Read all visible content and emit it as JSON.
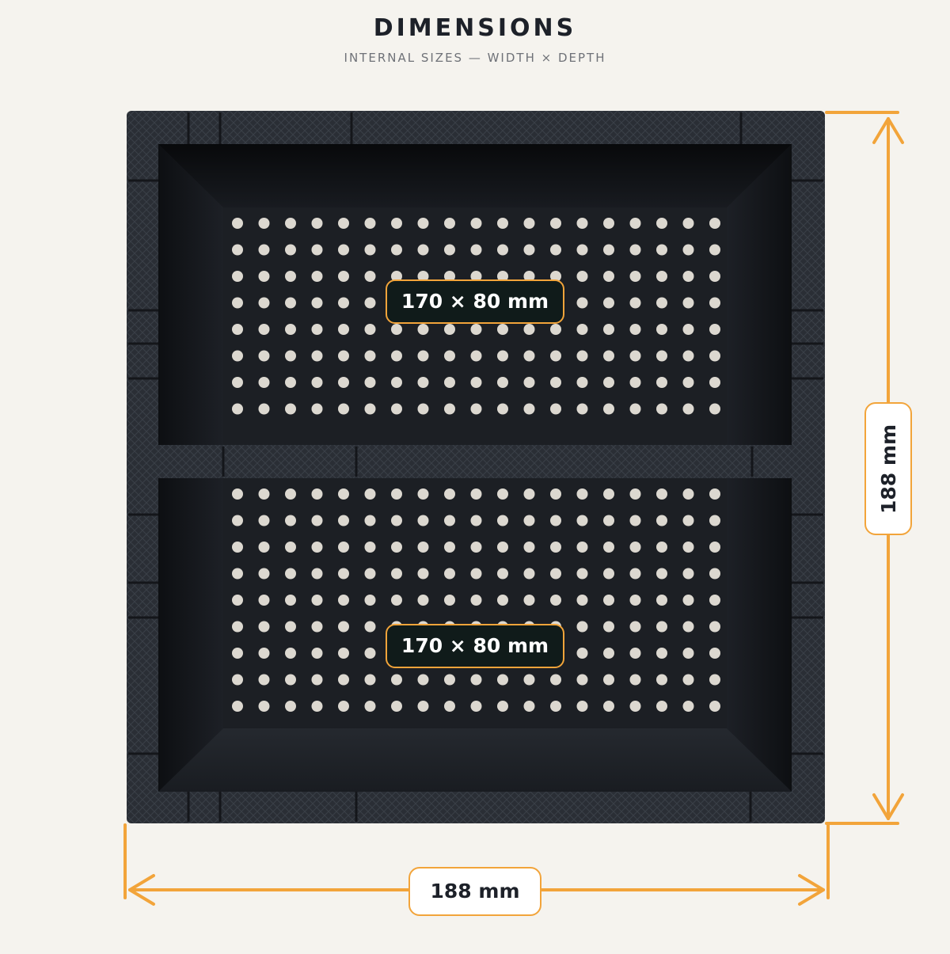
{
  "header": {
    "title": "DIMENSIONS",
    "subtitle": "INTERNAL SIZES — WIDTH × DEPTH"
  },
  "compartments": [
    {
      "label": "170 × 80 mm"
    },
    {
      "label": "170 × 80 mm"
    }
  ],
  "dimensions": {
    "width_label": "188 mm",
    "height_label": "188 mm"
  },
  "colors": {
    "background": "#f5f3ee",
    "accent": "#f2a43a",
    "box": "#1e2126",
    "label_bg": "#101b1a"
  }
}
